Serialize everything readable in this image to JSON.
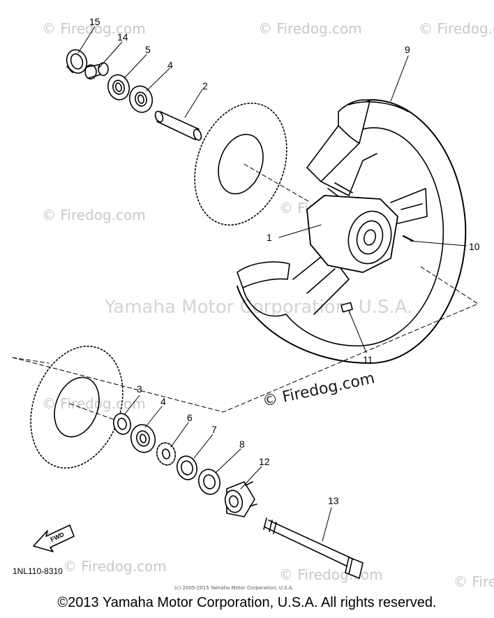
{
  "watermarks": {
    "firedog": "© Firedog.com",
    "yamaha": "Yamaha Motor Corporation, U.S.A."
  },
  "callouts": {
    "c1": "1",
    "c2": "2",
    "c3": "3",
    "c4a": "4",
    "c4b": "4",
    "c5": "5",
    "c6": "6",
    "c7": "7",
    "c8": "8",
    "c9": "9",
    "c10": "10",
    "c11": "11",
    "c12": "12",
    "c13": "13",
    "c14": "14",
    "c15": "15"
  },
  "fwd_label": "FWD",
  "drawing_code": "1NL110-8310",
  "small_copyright": "(c) 2005-2015 Yamaha Motor Corporation, U.S.A.",
  "copyright": "©2013 Yamaha Motor Corporation, U.S.A. All rights reserved."
}
